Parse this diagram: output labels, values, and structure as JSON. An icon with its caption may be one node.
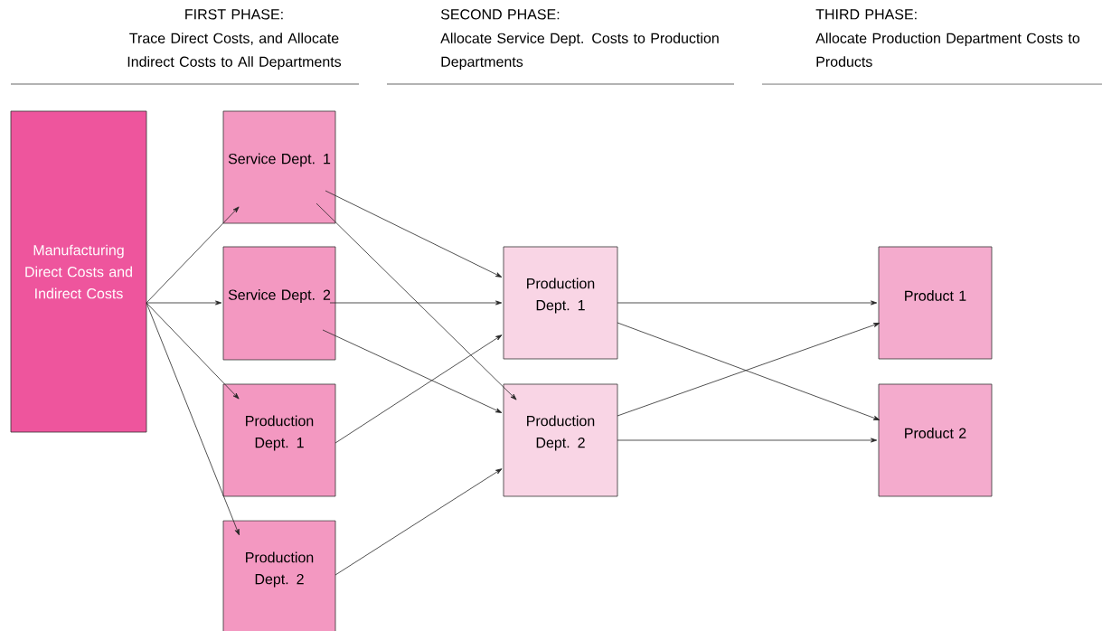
{
  "diagram": {
    "nodes": [
      {
        "text": [
          "Manufacturing Direct Costs and Indirect Costs"
        ]
      },
      {
        "text": [
          "Service Dept. 1"
        ]
      },
      {
        "text": [
          "Service Dept. 2"
        ]
      },
      {
        "text": [
          "Production Dept. 1"
        ]
      },
      {
        "text": [
          "Production Dept. 2"
        ]
      },
      {
        "text": [
          "Production Dept. 1"
        ]
      },
      {
        "text": [
          "Production Dept. 2"
        ]
      },
      {
        "text": [
          "Product 1"
        ]
      },
      {
        "text": [
          "Product 2"
        ]
      }
    ],
    "edges": [
      {
        "from": 0,
        "to": 1,
        "arrow": "to"
      },
      {
        "from": 0,
        "to": 2,
        "arrow": "to"
      },
      {
        "from": 0,
        "to": 3,
        "arrow": "to"
      },
      {
        "from": 0,
        "to": 4,
        "arrow": "to"
      },
      {
        "from": 1,
        "to": 5,
        "arrow": "to"
      },
      {
        "from": 1,
        "to": 6,
        "arrow": "to"
      },
      {
        "from": 2,
        "to": 5,
        "arrow": "to"
      },
      {
        "from": 2,
        "to": 6,
        "arrow": "to"
      },
      {
        "from": 3,
        "to": 5,
        "arrow": "to"
      },
      {
        "from": 4,
        "to": 6,
        "arrow": "to"
      },
      {
        "from": 5,
        "to": 7,
        "arrow": "to"
      },
      {
        "from": 5,
        "to": 8,
        "arrow": "to"
      },
      {
        "from": 6,
        "to": 7,
        "arrow": "to"
      },
      {
        "from": 6,
        "to": 8,
        "arrow": "to"
      }
    ],
    "labels": [
      "FIRST PHASE:",
      "Trace Direct Costs, and Allocate Indirect Costs to All Departments",
      "SECOND PHASE:",
      "Allocate Service Dept. Costs to Production Departments",
      "THIRD PHASE:",
      "Allocate Production Department Costs to Products"
    ]
  }
}
